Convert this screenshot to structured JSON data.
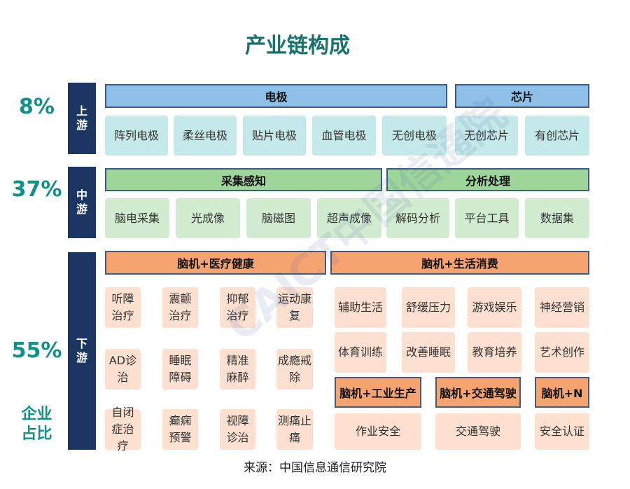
{
  "title": "产业链构成",
  "watermark": "CAICT中国信通院",
  "source": "来源：中国信息通信研究院",
  "share_label": "企业\n占比",
  "upstream": {
    "pct": "8%",
    "label": "上\n游",
    "headers": [
      "电极",
      "芯片"
    ],
    "items": [
      "阵列电极",
      "柔丝电极",
      "贴片电极",
      "血管电极",
      "无创电极",
      "无创芯片",
      "有创芯片"
    ]
  },
  "midstream": {
    "pct": "37%",
    "label": "中\n游",
    "headers": [
      "采集感知",
      "分析处理"
    ],
    "items": [
      "脑电采集",
      "光成像",
      "脑磁图",
      "超声成像",
      "解码分析",
      "平台工具",
      "数据集"
    ]
  },
  "downstream": {
    "pct": "55%",
    "label": "下\n游",
    "medical": {
      "header": "脑机+医疗健康",
      "items": [
        "听障治疗",
        "震颤治疗",
        "抑郁治疗",
        "运动康复",
        "AD诊治",
        "睡眠障碍",
        "精准麻醉",
        "成瘾戒除",
        "自闭症治疗",
        "癫痫预警",
        "视障诊治",
        "测痛止痛"
      ]
    },
    "life": {
      "header": "脑机+生活消费",
      "items": [
        "辅助生活",
        "舒缓压力",
        "游戏娱乐",
        "神经营销",
        "体育训练",
        "改善睡眠",
        "教育培养",
        "艺术创作"
      ]
    },
    "industry": {
      "header": "脑机+工业生产",
      "item": "作业安全"
    },
    "traffic": {
      "header": "脑机+交通驾驶",
      "item": "交通驾驶"
    },
    "other": {
      "header": "脑机+N",
      "item": "安全认证"
    }
  }
}
